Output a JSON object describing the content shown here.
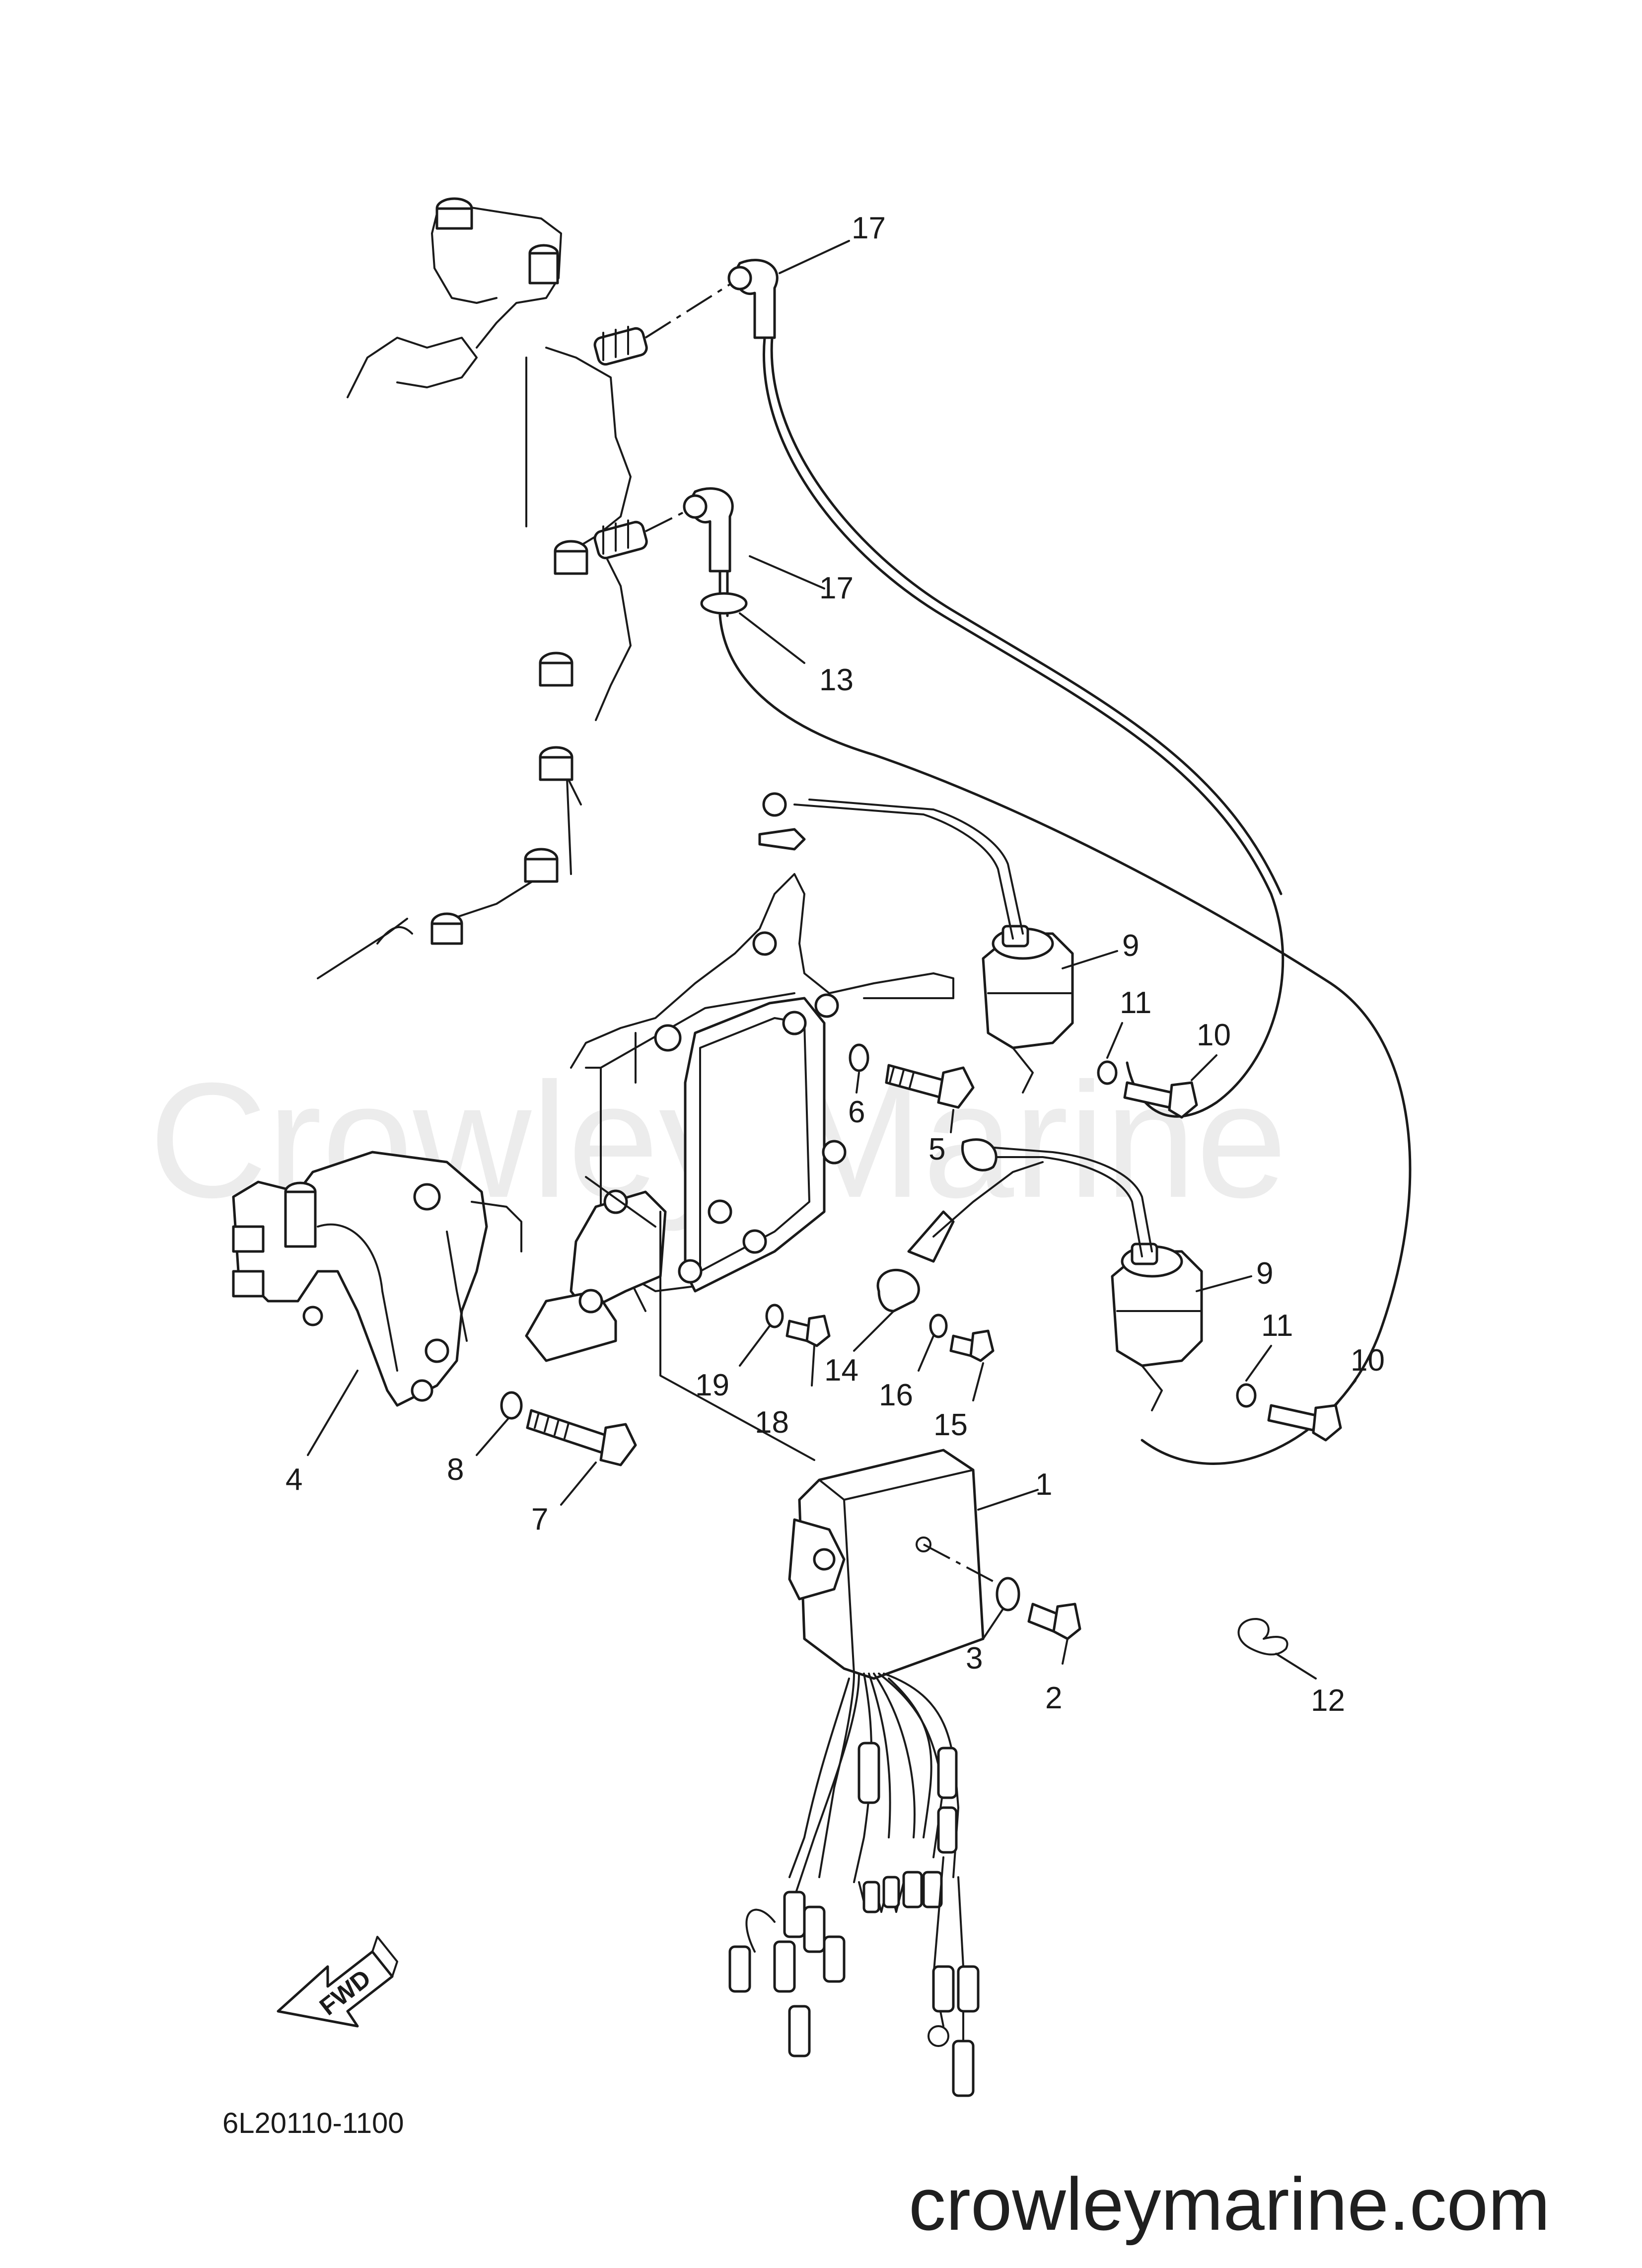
{
  "watermark": "Crowley Marine",
  "website": "crowleymarine.com",
  "diagram_code": "6L20110-1100",
  "fwd_label": "FWD",
  "callouts": [
    {
      "id": "c17a",
      "label": "17"
    },
    {
      "id": "c17b",
      "label": "17"
    },
    {
      "id": "c13",
      "label": "13"
    },
    {
      "id": "c9a",
      "label": "9"
    },
    {
      "id": "c11a",
      "label": "11"
    },
    {
      "id": "c10a",
      "label": "10"
    },
    {
      "id": "c6",
      "label": "6"
    },
    {
      "id": "c5",
      "label": "5"
    },
    {
      "id": "c9b",
      "label": "9"
    },
    {
      "id": "c11b",
      "label": "11"
    },
    {
      "id": "c10b",
      "label": "10"
    },
    {
      "id": "c19",
      "label": "19"
    },
    {
      "id": "c18",
      "label": "18"
    },
    {
      "id": "c14",
      "label": "14"
    },
    {
      "id": "c16",
      "label": "16"
    },
    {
      "id": "c15",
      "label": "15"
    },
    {
      "id": "c4",
      "label": "4"
    },
    {
      "id": "c8",
      "label": "8"
    },
    {
      "id": "c7",
      "label": "7"
    },
    {
      "id": "c1",
      "label": "1"
    },
    {
      "id": "c3",
      "label": "3"
    },
    {
      "id": "c2",
      "label": "2"
    },
    {
      "id": "c12",
      "label": "12"
    }
  ]
}
